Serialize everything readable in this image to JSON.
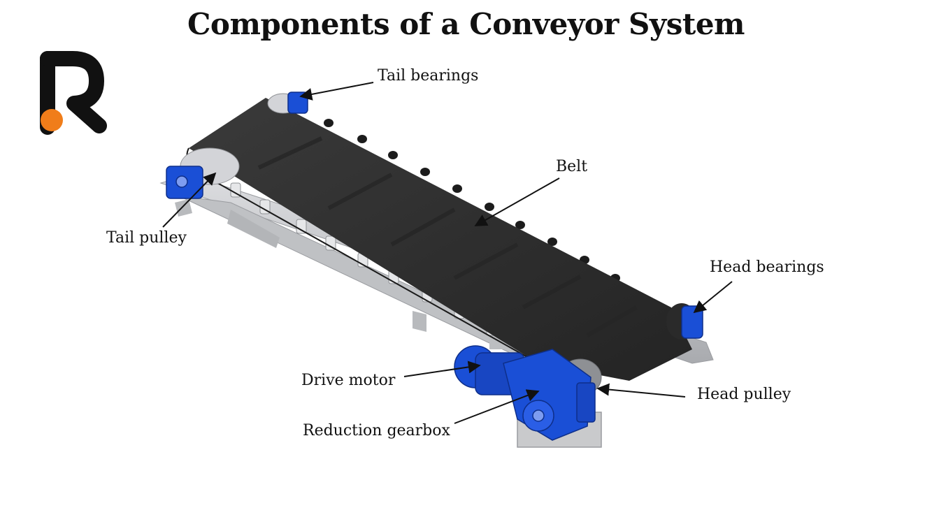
{
  "title": "Components of a Conveyor System",
  "colors": {
    "belt": "#2f2f2f",
    "frame": "#c9cacc",
    "blue_parts": "#1a4fd6",
    "logo_black": "#111111",
    "logo_orange": "#f07d1a"
  },
  "labels": {
    "tail_bearings": "Tail bearings",
    "belt": "Belt",
    "tail_pulley": "Tail pulley",
    "head_bearings": "Head bearings",
    "drive_motor": "Drive motor",
    "head_pulley": "Head pulley",
    "reduction_gearbox": "Reduction gearbox"
  }
}
